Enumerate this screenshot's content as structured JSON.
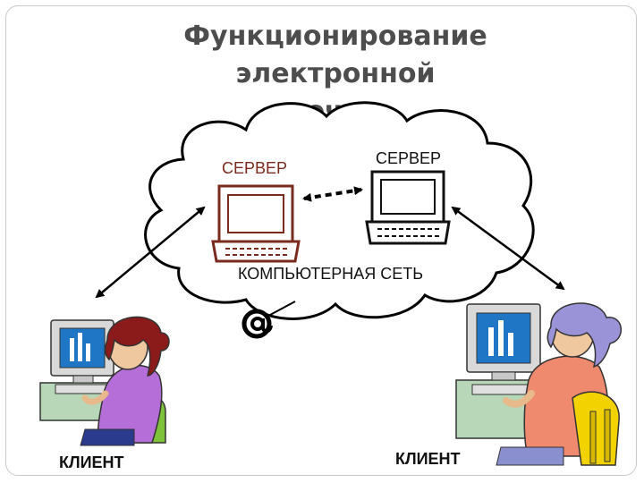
{
  "title_line1": "Функционирование электронной",
  "title_line2": "почты",
  "labels": {
    "server_left": "СЕРВЕР",
    "server_right": "СЕРВЕР",
    "network": "КОМПЬЮТЕРНАЯ СЕТЬ",
    "client_left": "КЛИЕНТ",
    "client_right": "КЛИЕНТ"
  },
  "colors": {
    "server_left": "#7a2b1e",
    "cloud_stroke": "#000000",
    "title": "#4d4d4d"
  },
  "icons": [
    "computer-icon",
    "mail-at-icon",
    "cloud-icon",
    "woman-at-computer-icon"
  ]
}
